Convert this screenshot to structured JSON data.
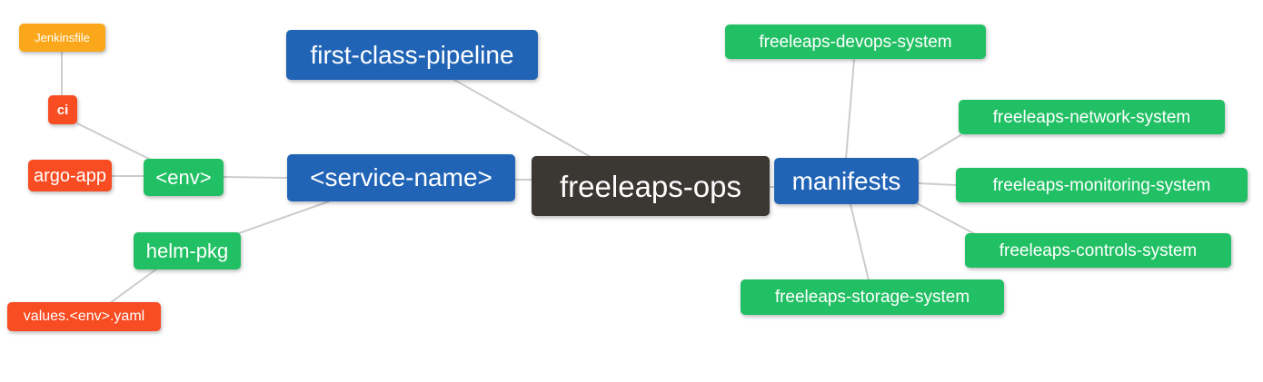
{
  "diagram": {
    "type": "mindmap",
    "background_color": "#ffffff",
    "edge_color": "#cccccc",
    "palette": {
      "blue": "#2164b6",
      "green": "#22c064",
      "orange": "#fba71b",
      "red": "#f84c22",
      "dark": "#3b3733",
      "text": "#ffffff"
    },
    "nodes": {
      "freeleaps_ops": {
        "label": "freeleaps-ops",
        "color": "dark"
      },
      "first_class_pipeline": {
        "label": "first-class-pipeline",
        "color": "blue"
      },
      "service_name": {
        "label": "<service-name>",
        "color": "blue"
      },
      "manifests": {
        "label": "manifests",
        "color": "blue"
      },
      "env": {
        "label": "<env>",
        "color": "green"
      },
      "helm_pkg": {
        "label": "helm-pkg",
        "color": "green"
      },
      "jenkinsfile": {
        "label": "Jenkinsfile",
        "color": "orange"
      },
      "ci": {
        "label": "ci",
        "color": "red"
      },
      "argo_app": {
        "label": "argo-app",
        "color": "red"
      },
      "values_env_yaml": {
        "label": "values.<env>.yaml",
        "color": "red"
      },
      "devops_system": {
        "label": "freeleaps-devops-system",
        "color": "green"
      },
      "network_system": {
        "label": "freeleaps-network-system",
        "color": "green"
      },
      "monitoring_system": {
        "label": "freeleaps-monitoring-system",
        "color": "green"
      },
      "controls_system": {
        "label": "freeleaps-controls-system",
        "color": "green"
      },
      "storage_system": {
        "label": "freeleaps-storage-system",
        "color": "green"
      }
    },
    "edges": [
      "jenkinsfile -> ci",
      "ci -> env",
      "argo_app -> env",
      "env -> service_name",
      "service_name -> helm_pkg",
      "helm_pkg -> values_env_yaml",
      "first_class_pipeline -> freeleaps_ops",
      "service_name -> freeleaps_ops",
      "freeleaps_ops -> manifests",
      "manifests -> devops_system",
      "manifests -> network_system",
      "manifests -> monitoring_system",
      "manifests -> controls_system",
      "manifests -> storage_system"
    ]
  }
}
